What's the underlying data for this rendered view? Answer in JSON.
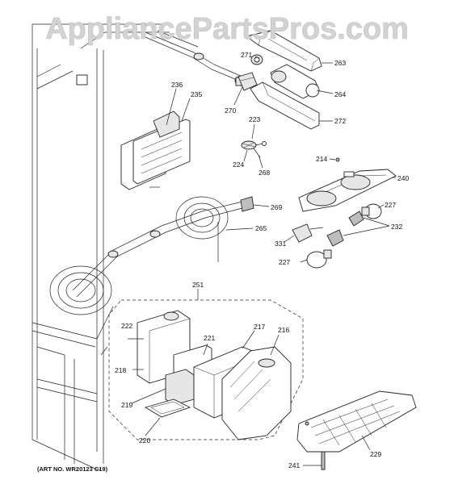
{
  "watermark": "AppliancePartsPros.com",
  "art_number": "(ART NO. WR20123 C19)",
  "callouts": [
    "263",
    "271",
    "264",
    "270",
    "272",
    "236",
    "235",
    "223",
    "224",
    "268",
    "214",
    "240",
    "227",
    "232",
    "269",
    "265",
    "331",
    "227",
    "251",
    "222",
    "221",
    "217",
    "216",
    "218",
    "219",
    "220",
    "229",
    "241"
  ]
}
